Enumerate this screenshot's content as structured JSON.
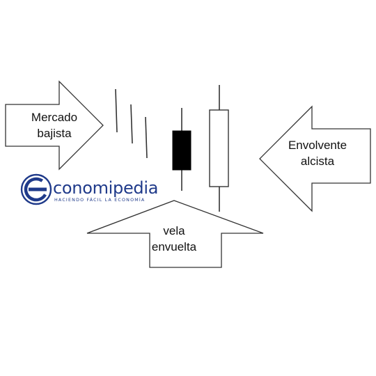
{
  "labels": {
    "left_arrow": [
      "Mercado",
      "bajista"
    ],
    "right_arrow": [
      "Envolvente",
      "alcista"
    ],
    "bottom_arrow": [
      "vela",
      "envuelta"
    ]
  },
  "logo": {
    "wordmark": "conomipedia",
    "tagline": "HACIENDO FÁCIL LA ECONOMÍA"
  },
  "colors": {
    "stroke": "#333333",
    "bearish_candle_fill": "#000000",
    "bullish_candle_fill": "#ffffff",
    "logo_blue": "#1f3a8a"
  },
  "icons": [
    "economipedia-logo-icon"
  ]
}
